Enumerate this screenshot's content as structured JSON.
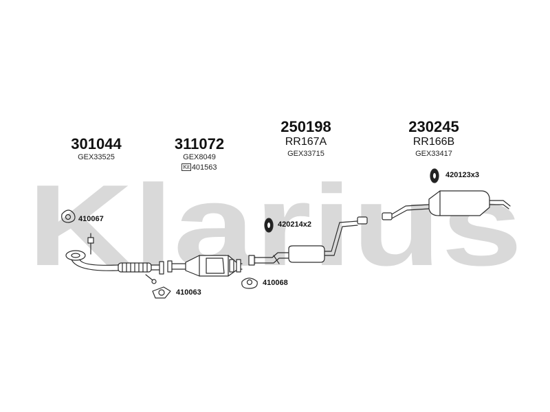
{
  "watermark": {
    "text": "Klarius"
  },
  "parts": [
    {
      "part_number": "301044",
      "ref": "",
      "oe": "GEX33525",
      "kit": ""
    },
    {
      "part_number": "311072",
      "ref": "",
      "oe": "GEX8049",
      "kit": "401563",
      "kit_badge": "Kit"
    },
    {
      "part_number": "250198",
      "ref": "RR167A",
      "oe": "GEX33715",
      "kit": ""
    },
    {
      "part_number": "230245",
      "ref": "RR166B",
      "oe": "GEX33417",
      "kit": ""
    }
  ],
  "fittings": [
    {
      "label": "410067"
    },
    {
      "label": "410063"
    },
    {
      "label": "410068"
    },
    {
      "label": "420214x2"
    },
    {
      "label": "420123x3"
    }
  ],
  "colors": {
    "watermark": "#d9d9d9",
    "line": "#2a2a2a",
    "background": "#ffffff"
  }
}
